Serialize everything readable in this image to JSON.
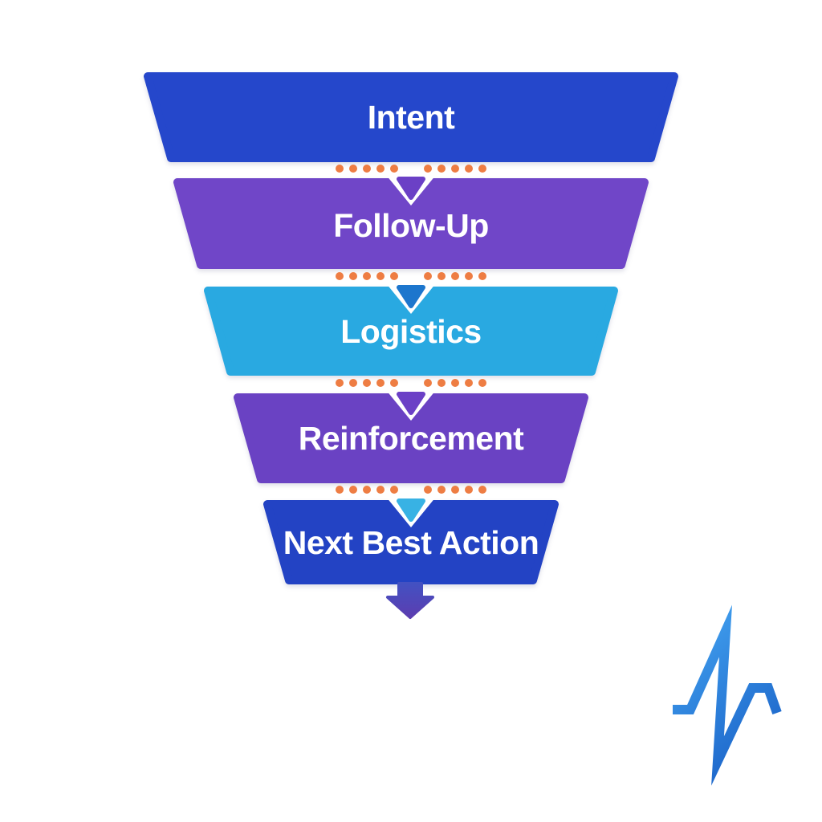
{
  "diagram": {
    "type": "funnel",
    "direction": "top-to-bottom",
    "background_color": "#ffffff",
    "label_color": "#ffffff",
    "stages": [
      {
        "label": "Intent",
        "color": "#2547cb"
      },
      {
        "label": "Follow-Up",
        "color": "#7046c8"
      },
      {
        "label": "Logistics",
        "color": "#29a9e1"
      },
      {
        "label": "Reinforcement",
        "color": "#6a42c3"
      },
      {
        "label": "Next Best Action",
        "color": "#2343c4"
      }
    ],
    "separators": [
      {
        "between": "Intent / Follow-Up",
        "dot_color": "#ee7d43",
        "arrow_color": "#6b40c6"
      },
      {
        "between": "Follow-Up / Logistics",
        "dot_color": "#ee7d43",
        "arrow_color": "#1d76cd"
      },
      {
        "between": "Logistics / Reinforcement",
        "dot_color": "#ee7d43",
        "arrow_color": "#6b40c6"
      },
      {
        "between": "Reinforcement / Next Best Action",
        "dot_color": "#ee7d43",
        "arrow_color": "#38b2e4"
      }
    ],
    "final_arrow": {
      "color_top": "#4351c2",
      "color_bottom": "#5c3db0"
    },
    "logo": {
      "name": "pulse-waveform",
      "color_light": "#3f9cec",
      "color_dark": "#1b63c8"
    }
  }
}
